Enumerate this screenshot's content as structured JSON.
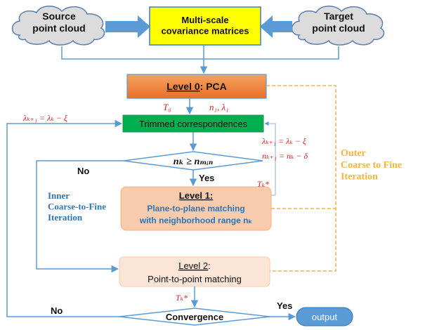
{
  "nodes": {
    "source": "Source\npoint cloud",
    "target": "Target\npoint cloud",
    "multiscale": "Multi-scale\ncovariance matrices",
    "level0": "Level 0",
    "level0_suffix": ": PCA",
    "trimmed": "Trimmed correspondences",
    "decision": "nₖ ≥ nₘᵢₙ",
    "level1_title": "Level 1:",
    "level1_line2": "Plane-to-plane matching",
    "level1_line3": "with neighborhood range nₖ",
    "level2_title": "Level 2",
    "level2_suffix": ":",
    "level2_line2": "Point-to-point matching",
    "convergence": "Convergence",
    "output": "output"
  },
  "labels": {
    "t0": "T₀",
    "n1_lambda1": "n₁, λ₁",
    "lambda_left": "λₖ₊₁ = λₖ − ξ",
    "lambda_right": "λₖ₊₁ = λₖ − ξ",
    "n_update": "nₖ₊₁ = nₖ − δ",
    "tk_star_level1": "Tₖ*",
    "tk_star_level2": "Tₖ*",
    "no_decision": "No",
    "yes_decision": "Yes",
    "no_convergence": "No",
    "yes_convergence": "Yes",
    "inner_loop": "Inner\nCoarse-to-Fine\nIteration",
    "outer_loop": "Outer\nCoarse to Fine\nIteration"
  },
  "colors": {
    "cloud_fill": "#dcdcdc",
    "multiscale_fill": "#ffff00",
    "level0_fill": "#ed7d31",
    "trimmed_fill": "#00b050",
    "level1_fill": "#f8cbad",
    "level2_fill": "#fbe5d6",
    "output_fill": "#5b9bd5",
    "arrow_blue": "#5b9bd5",
    "math_red": "#d62020",
    "outer_orange": "#f2b43a",
    "inner_blue": "#2e74b5"
  }
}
